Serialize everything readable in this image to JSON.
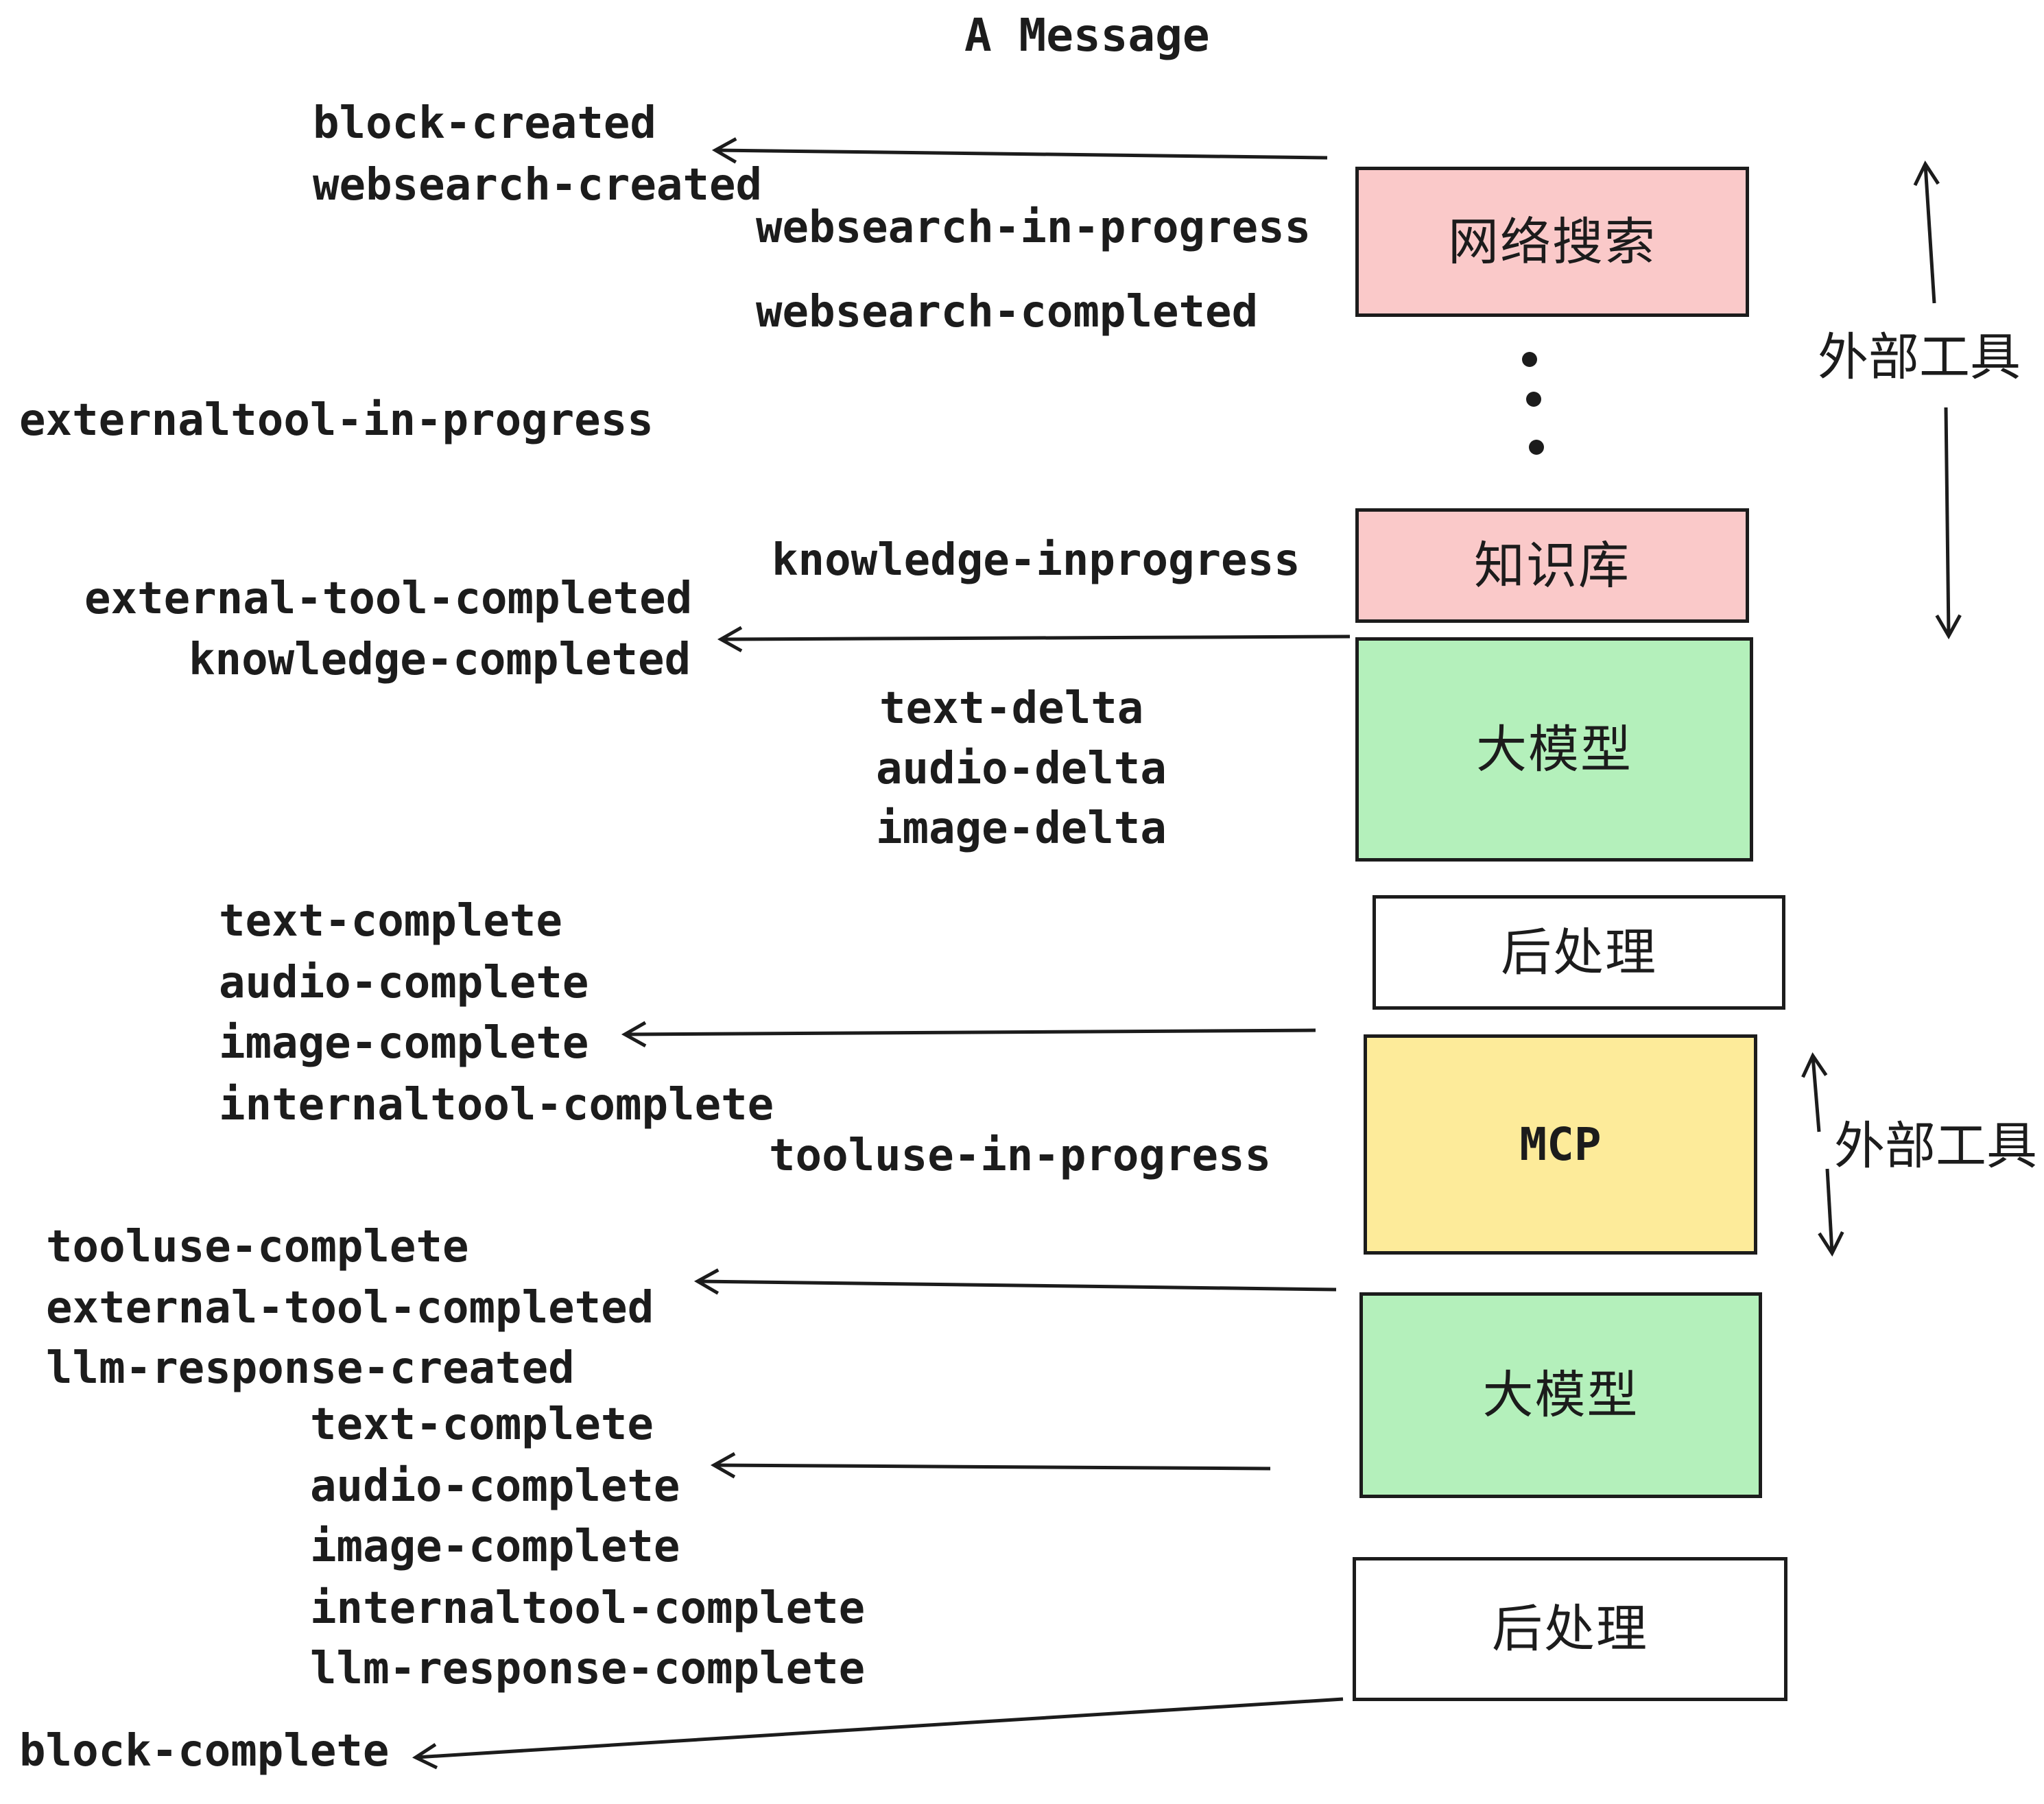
{
  "title": "A Message",
  "colors": {
    "box_pink": "#fac9c9",
    "box_green": "#b4f0bb",
    "box_yellow": "#fdeb9a",
    "box_white": "#ffffff",
    "ink": "#1c1c1c"
  },
  "boxes": {
    "websearch": {
      "label": "网络搜索"
    },
    "knowledge": {
      "label": "知识库"
    },
    "llm_1": {
      "label": "大模型"
    },
    "postprocess_1": {
      "label": "后处理"
    },
    "mcp": {
      "label": "MCP"
    },
    "llm_2": {
      "label": "大模型"
    },
    "postprocess_2": {
      "label": "后处理"
    }
  },
  "side_labels": {
    "external_tools_upper": "外部工具",
    "external_tools_mcp": "外部工具"
  },
  "events": {
    "block_created": "block-created",
    "websearch_created": "websearch-created",
    "websearch_in_progress": "websearch-in-progress",
    "websearch_completed": "websearch-completed",
    "externaltool_in_progress": "externaltool-in-progress",
    "knowledge_inprogress": "knowledge-inprogress",
    "external_tool_completed_1": "external-tool-completed",
    "knowledge_completed": "knowledge-completed",
    "text_delta_1": "text-delta",
    "audio_delta_1": "audio-delta",
    "image_delta_1": "image-delta",
    "text_complete_1": "text-complete",
    "audio_complete_1": "audio-complete",
    "image_complete_1": "image-complete",
    "internaltool_complete_1": "internaltool-complete",
    "tooluse_in_progress": "tooluse-in-progress",
    "tooluse_complete": "tooluse-complete",
    "external_tool_completed_2": "external-tool-completed",
    "llm_response_created": "llm-response-created",
    "text_complete_2": "text-complete",
    "audio_complete_2": "audio-complete",
    "image_complete_2": "image-complete",
    "internaltool_complete_2": "internaltool-complete",
    "llm_response_complete": "llm-response-complete",
    "block_complete": "block-complete"
  }
}
